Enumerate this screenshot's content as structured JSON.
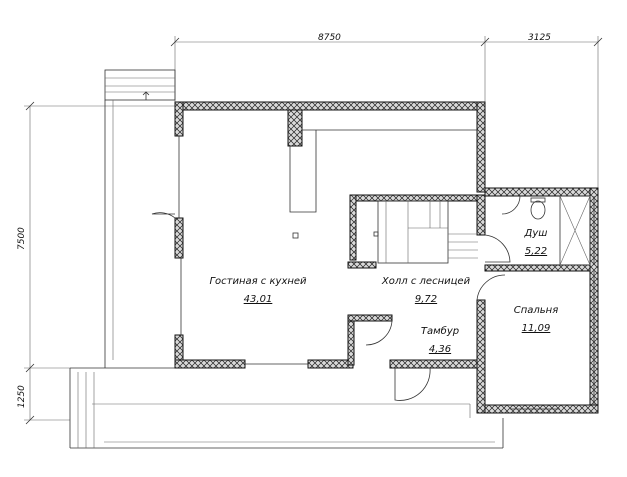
{
  "dimensions": {
    "top_main": "8750",
    "top_side": "3125",
    "left_main": "7500",
    "left_lower": "1250"
  },
  "rooms": [
    {
      "name": "Гостиная с кухней",
      "area": "43,01"
    },
    {
      "name": "Холл с лесницей",
      "area": "9,72"
    },
    {
      "name": "Душ",
      "area": "5,22"
    },
    {
      "name": "Спальня",
      "area": "11,09"
    },
    {
      "name": "Тамбур",
      "area": "4,36"
    }
  ]
}
